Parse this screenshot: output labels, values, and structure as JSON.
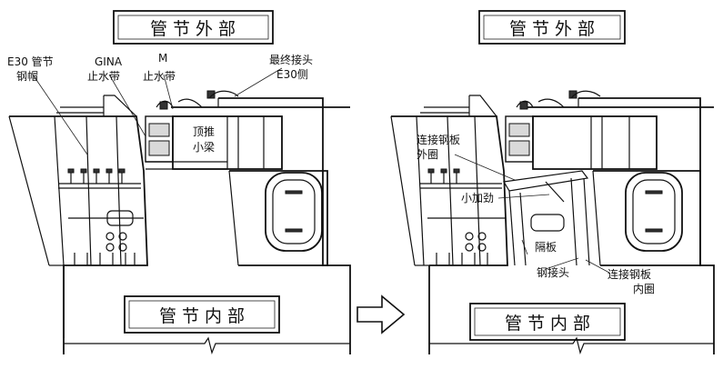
{
  "left_panel": {
    "top_box": "管 节 外 部",
    "bottom_box": "管 节 内 部",
    "labels": {
      "e30_cap_1": "E30 管节",
      "e30_cap_2": "钢帽",
      "gina_1": "GINA",
      "gina_2": "止水带",
      "m_1": "M",
      "m_2": "止水带",
      "final_joint_1": "最终接头",
      "final_joint_2": "E30侧",
      "beam_1": "顶推",
      "beam_2": "小梁"
    }
  },
  "right_panel": {
    "top_box": "管 节 外 部",
    "bottom_box": "管 节 内 部",
    "labels": {
      "outer_plate_1": "连接钢板",
      "outer_plate_2": "外圈",
      "stiffener": "小加劲",
      "diaphragm": "隔板",
      "steel_joint": "钢接头",
      "inner_plate_1": "连接钢板",
      "inner_plate_2": "内圈"
    }
  },
  "icons": {
    "transition_arrow": "right-arrow-icon"
  }
}
